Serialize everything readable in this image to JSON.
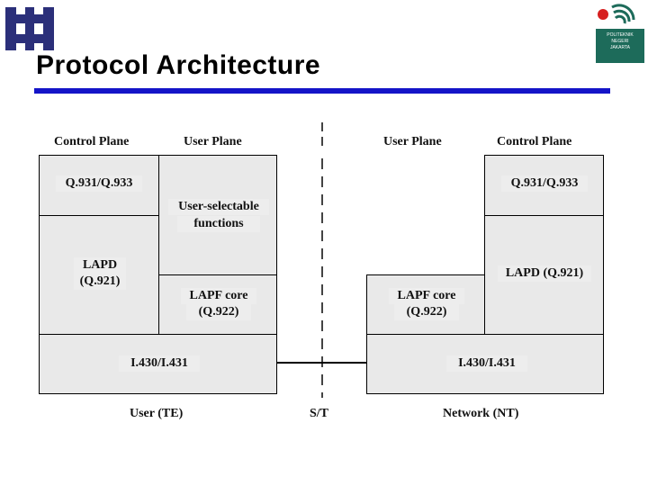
{
  "slide": {
    "title": "Protocol Architecture",
    "logo_text": [
      "POLITEKNIK",
      "NEGERI",
      "JAKARTA"
    ]
  },
  "diagram": {
    "left_headers": {
      "control": "Control Plane",
      "user": "User Plane"
    },
    "right_headers": {
      "user": "User Plane",
      "control": "Control Plane"
    },
    "left_boxes": {
      "q931": "Q.931/Q.933",
      "user_selectable_1": "User-selectable",
      "user_selectable_2": "functions",
      "lapd_1": "LAPD",
      "lapd_2": "(Q.921)",
      "lapf_1": "LAPF core",
      "lapf_2": "(Q.922)",
      "i430": "I.430/I.431"
    },
    "right_boxes": {
      "q931": "Q.931/Q.933",
      "lapd": "LAPD (Q.921)",
      "lapf_1": "LAPF core",
      "lapf_2": "(Q.922)",
      "i430": "I.430/I.431"
    },
    "bottom_labels": {
      "user": "User (TE)",
      "st": "S/T",
      "network": "Network (NT)"
    }
  },
  "colors": {
    "accent_rule": "#1414c8",
    "logo_left": "#2b2f7a",
    "logo_right": "#1d6b5a"
  }
}
